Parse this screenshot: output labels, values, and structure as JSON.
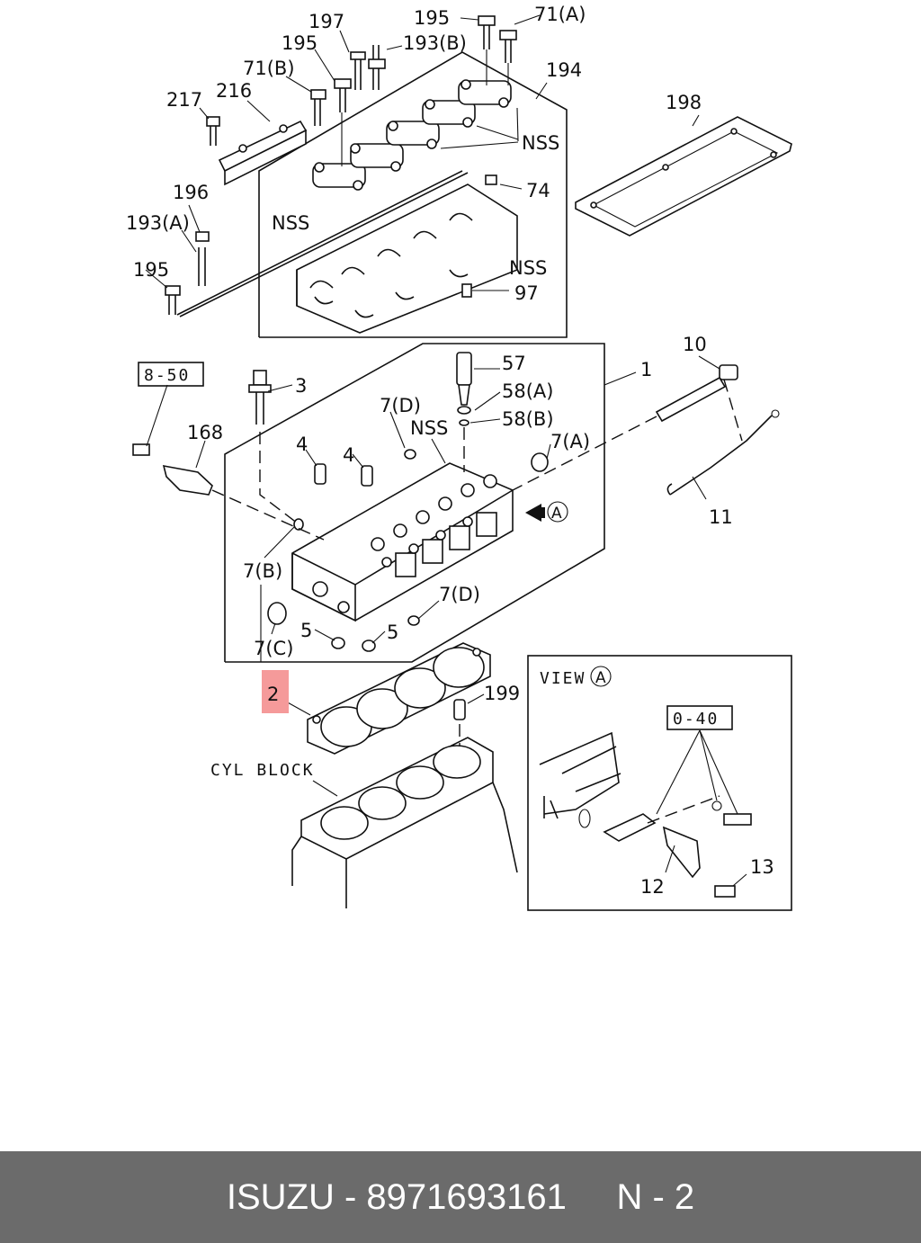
{
  "labels": {
    "l197": "197",
    "l195a": "195",
    "l71a": "71(A)",
    "l195b": "195",
    "l193b": "193(B)",
    "l194": "194",
    "l71b": "71(B)",
    "l217": "217",
    "l216": "216",
    "l198": "198",
    "nss1": "NSS",
    "l74": "74",
    "l196": "196",
    "l193a": "193(A)",
    "nss2": "NSS",
    "nss3": "NSS",
    "l195c": "195",
    "l97": "97",
    "l850": "8-50",
    "l3": "3",
    "l57": "57",
    "l1": "1",
    "l10": "10",
    "l7d1": "7(D)",
    "l58a": "58(A)",
    "nss4": "NSS",
    "l58b": "58(B)",
    "l168": "168",
    "l4a": "4",
    "l4b": "4",
    "l7a": "7(A)",
    "l11": "11",
    "circleA": "A",
    "l7b": "7(B)",
    "l7d2": "7(D)",
    "l5a": "5",
    "l5b": "5",
    "l7c": "7(C)",
    "l2": "2",
    "l199": "199",
    "view": "VIEW",
    "viewA": "A",
    "l040": "0-40",
    "cyl": "CYL BLOCK",
    "l13": "13",
    "l12": "12"
  },
  "footer": {
    "brand": "ISUZU",
    "part_number": "8971693161",
    "page": "N - 2",
    "separator": " - ",
    "gap": "     "
  },
  "colors": {
    "highlight": "#f59a9a",
    "footer_bg": "#6b6b6b"
  }
}
